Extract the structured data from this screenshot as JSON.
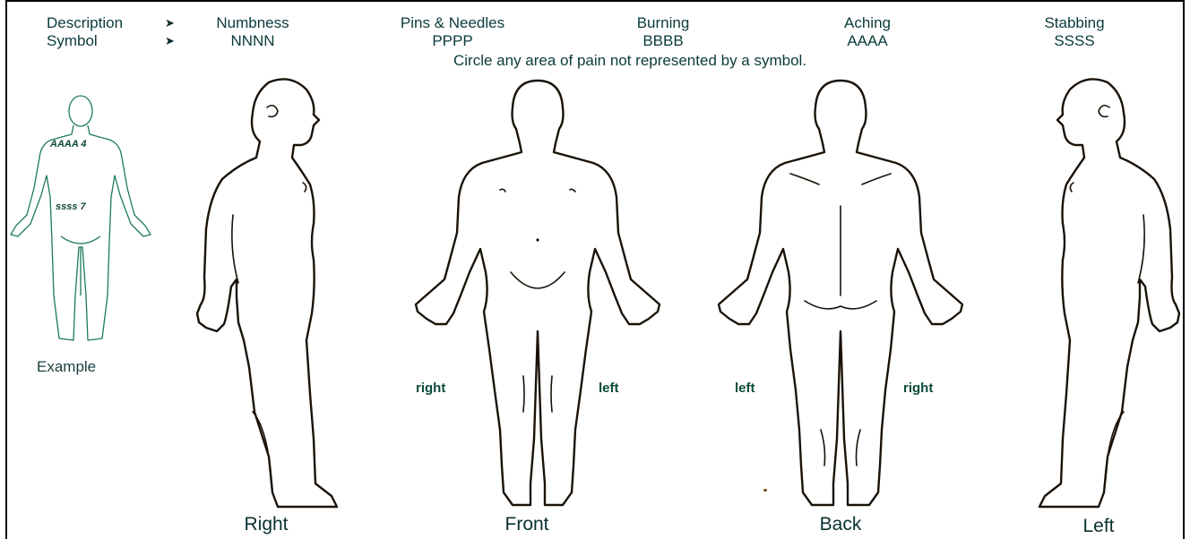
{
  "legend": {
    "description_label": "Description",
    "symbol_label": "Symbol",
    "items": [
      {
        "description": "Numbness",
        "symbol": "NNNN"
      },
      {
        "description": "Pins & Needles",
        "symbol": "PPPP"
      },
      {
        "description": "Burning",
        "symbol": "BBBB"
      },
      {
        "description": "Aching",
        "symbol": "AAAA"
      },
      {
        "description": "Stabbing",
        "symbol": "SSSS"
      }
    ],
    "instruction": "Circle any area of pain not represented by a symbol."
  },
  "example": {
    "label": "Example",
    "annotations": [
      "AAAA 4",
      "ssss 7"
    ]
  },
  "views": {
    "right": "Right",
    "front": "Front",
    "back": "Back",
    "left": "Left"
  },
  "side_labels": {
    "front_right": "right",
    "front_left": "left",
    "back_left": "left",
    "back_right": "right"
  },
  "colors": {
    "text": "#0a3a3a",
    "outline": "#1a1208",
    "example_outline": "#1d7a5a"
  }
}
